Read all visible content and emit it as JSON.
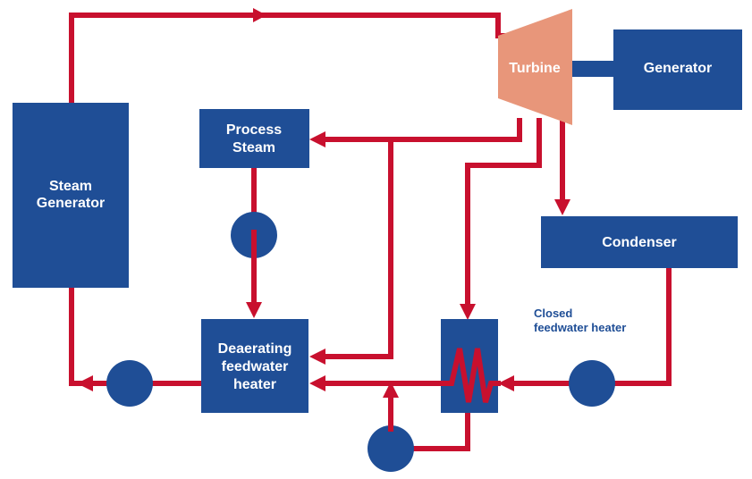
{
  "colors": {
    "pipe": "#c8102e",
    "unit": "#1f4e96",
    "turbine": "#e8967a",
    "label": "#ffffff",
    "note": "#1f4e96"
  },
  "labels": {
    "turbine": "Turbine",
    "generator": "Generator",
    "process_steam": [
      "Process",
      "Steam"
    ],
    "steam_generator": [
      "Steam",
      "Generator"
    ],
    "condenser": "Condenser",
    "deaerating_heater": [
      "Deaerating",
      "feedwater",
      "heater"
    ],
    "closed_heater_note": [
      "Closed",
      "feedwater heater"
    ]
  },
  "icons": {
    "pump": "pump-icon",
    "heat_exchanger_coil": "zigzag-coil-icon"
  }
}
